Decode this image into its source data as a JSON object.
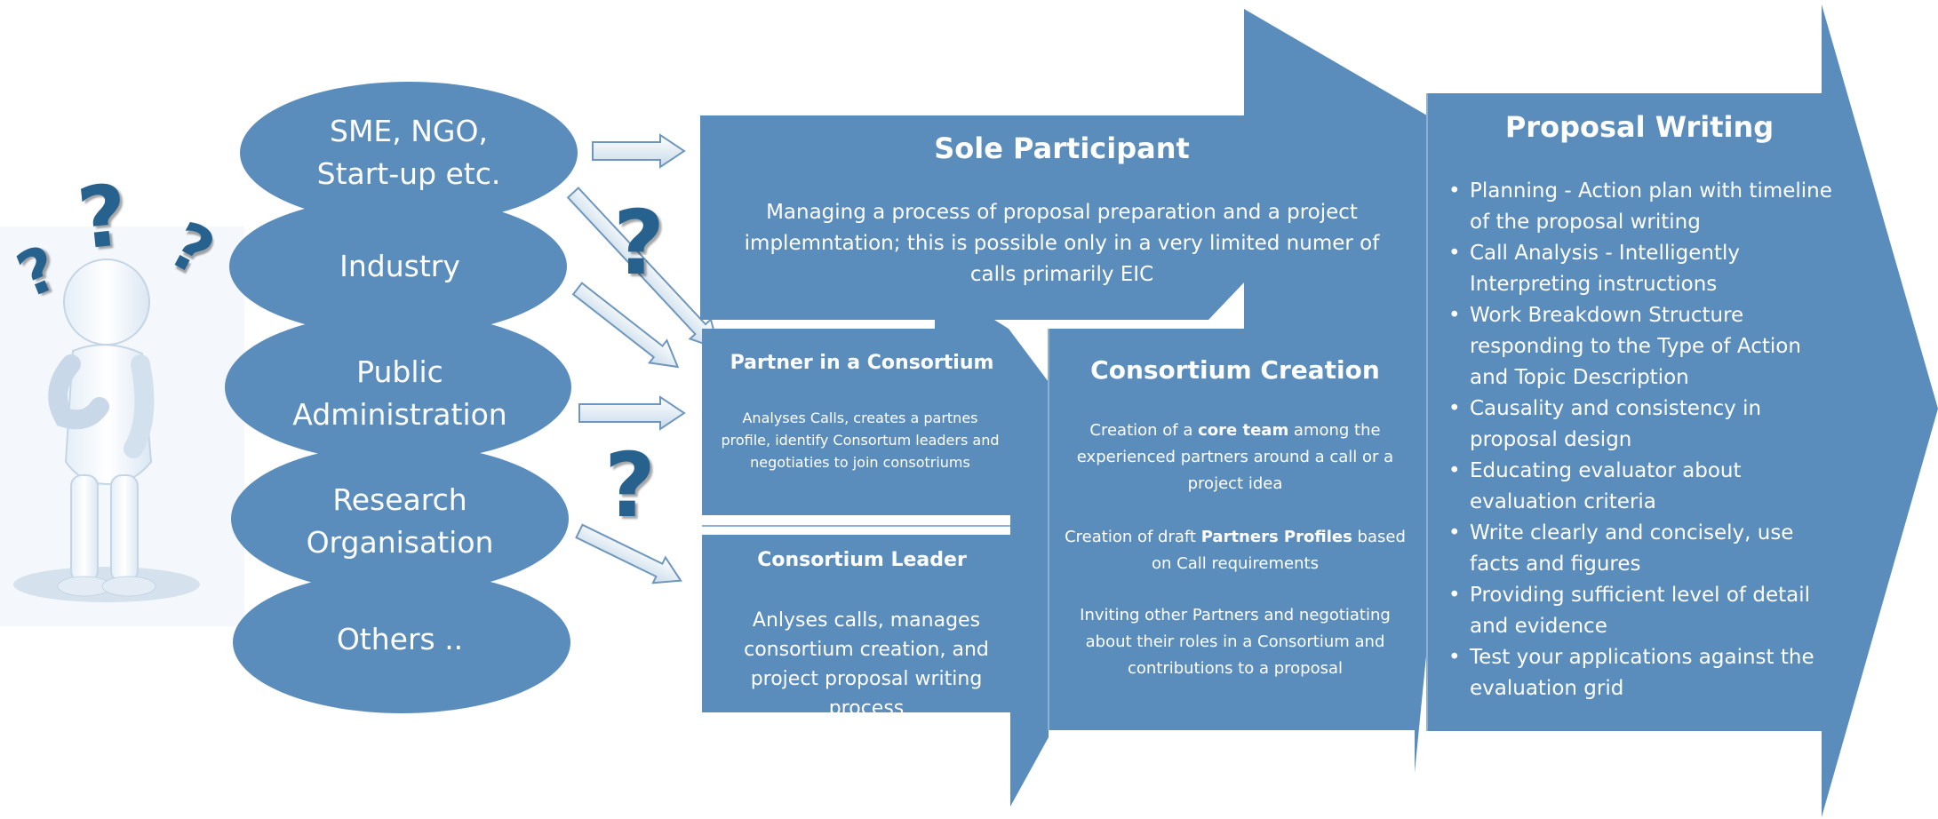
{
  "colors": {
    "shape_fill": "#5a8dbb",
    "shape_dark": "#3f6f9c",
    "text": "#ffffff",
    "question_mark": "#27628f"
  },
  "icons": {
    "person": "thinking-person-icon",
    "question": "question-mark-icon"
  },
  "participant_types": [
    {
      "label": "SME, NGO,\nStart-up etc."
    },
    {
      "label": "Industry"
    },
    {
      "label": "Public\nAdministration"
    },
    {
      "label": "Research\nOrganisation"
    },
    {
      "label": "Others .."
    }
  ],
  "question_marks": [
    "?",
    "?",
    "?",
    "?",
    "?"
  ],
  "sole_participant": {
    "title": "Sole Participant",
    "description": "Managing a process of proposal preparation and a project implemntation; this is possible only in a very limited numer of calls primarily EIC"
  },
  "partner": {
    "title": "Partner in a Consortium",
    "description": "Analyses Calls, creates a partnes profile, identify Consortum leaders and negotiaties to join consotriums"
  },
  "leader": {
    "title": "Consortium Leader",
    "description": "Anlyses calls, manages consortium creation, and project proposal writing process"
  },
  "creation": {
    "title": "Consortium Creation",
    "p1_pre": "Creation of a ",
    "p1_bold": "core team",
    "p1_post": " among the experienced partners around a call or a project idea",
    "p2_pre": "Creation of draft ",
    "p2_bold": "Partners Profiles",
    "p2_post": " based on Call requirements",
    "p3": "Inviting other Partners and negotiating about their roles in a Consortium and contributions to a proposal"
  },
  "proposal": {
    "title": "Proposal Writing",
    "items": [
      "Planning - Action plan with timeline of the proposal writing",
      "Call Analysis - Intelligently Interpreting instructions",
      "Work Breakdown Structure responding to the Type of Action and Topic Description",
      "Causality and consistency in proposal design",
      "Educating evaluator about evaluation criteria",
      "Write clearly and concisely, use facts and figures",
      "Providing sufficient level of detail and evidence",
      "Test your applications against the evaluation grid"
    ]
  }
}
